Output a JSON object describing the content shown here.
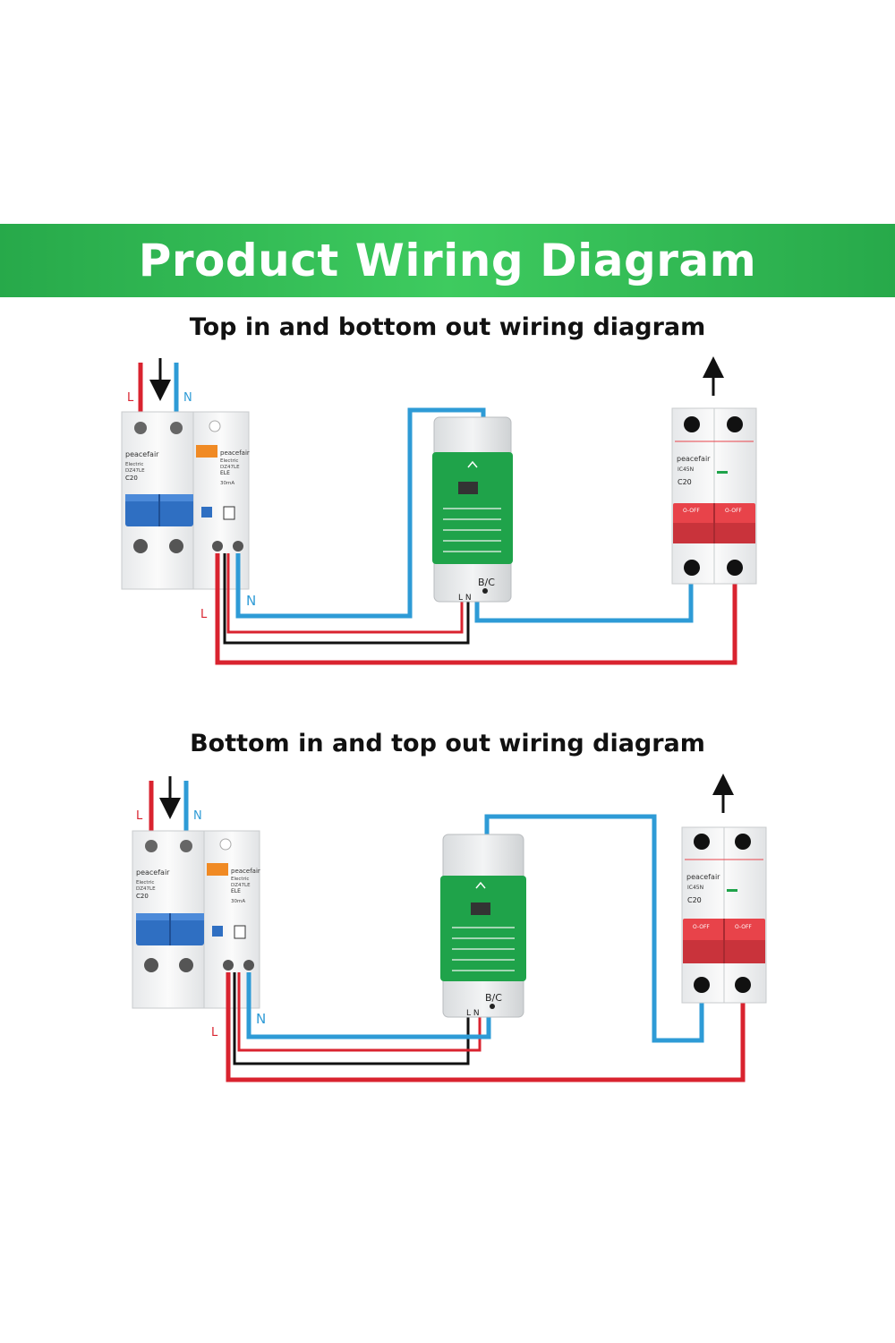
{
  "header": {
    "title": "Product Wiring Diagram"
  },
  "diagrams": [
    {
      "title": "Top in and bottom out wiring diagram",
      "input_labels": {
        "live": "L",
        "neutral": "N"
      },
      "output_labels": {
        "live": "L",
        "neutral": "N"
      },
      "rcbo": {
        "brand": "peacefair",
        "left_text": [
          "Electric",
          "DZ47LE",
          "C20"
        ],
        "right_text": [
          "Electric",
          "DZ47LE",
          "ELE",
          "30mA"
        ]
      },
      "meter": {
        "label": "B/C",
        "terminals": "L N"
      },
      "mcb": {
        "brand": "peacefair",
        "model": "IC45N",
        "rating": "C20",
        "off_left": "O-OFF",
        "off_right": "O-OFF"
      }
    },
    {
      "title": "Bottom in and top out wiring diagram",
      "input_labels": {
        "live": "L",
        "neutral": "N"
      },
      "output_labels": {
        "live": "L",
        "neutral": "N"
      },
      "rcbo": {
        "brand": "peacefair",
        "left_text": [
          "Electric",
          "DZ47LE",
          "C20"
        ],
        "right_text": [
          "Electric",
          "DZ47LE",
          "ELE",
          "30mA"
        ]
      },
      "meter": {
        "label": "B/C",
        "terminals": "L N"
      },
      "mcb": {
        "brand": "peacefair",
        "model": "IC45N",
        "rating": "C20",
        "off_left": "O-OFF",
        "off_right": "O-OFF"
      }
    }
  ],
  "colors": {
    "banner": "#2fb852",
    "live_wire": "#d9232f",
    "neutral_wire": "#2e9bd6",
    "black_wire": "#111111",
    "meter_label_bg": "#1fa34a",
    "mcb_handle": "#e8434a",
    "rcbo_handle": "#2f6fc2"
  }
}
